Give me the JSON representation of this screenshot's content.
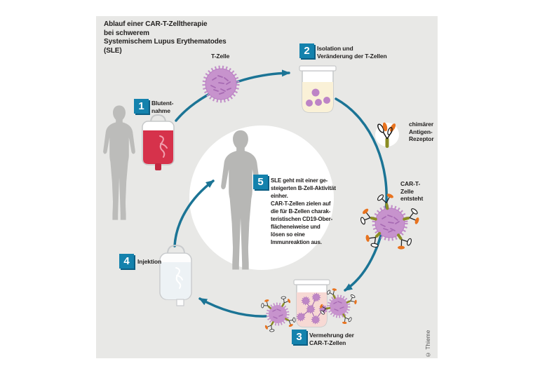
{
  "title": "Ablauf einer CAR-T-Zelltherapie\nbei schwerem\nSystemischem Lupus Erythematodes\n(SLE)",
  "labels": {
    "t_cell": "T-Zelle",
    "receptor": "chimärer\nAntigen-\nRezeptor",
    "car_t_forms": "CAR-T-\nZelle\nentsteht"
  },
  "steps": {
    "step1": {
      "num": "1",
      "label": "Blutent-\nnahme"
    },
    "step2": {
      "num": "2",
      "label": "Isolation und\nVeränderung der T-Zellen"
    },
    "step3": {
      "num": "3",
      "label": "Vermehrung der\nCAR-T-Zellen"
    },
    "step4": {
      "num": "4",
      "label": "Injektion"
    },
    "step5": {
      "num": "5",
      "label": "SLE geht mit einer ge-\nsteigerten B-Zell-Aktivität\neinher.\nCAR-T-Zellen zielen auf\ndie für B-Zellen charak-\nteristischen CD19-Ober-\nflächeneiweise und\nlösen so eine\nImmunreaktion aus."
    }
  },
  "copyright": "© Thieme",
  "colors": {
    "panel_gray": "#e8e8e6",
    "badge_teal": "#1482ad",
    "arrow_teal": "#1b7495",
    "cell_purple": "#c793cd",
    "blood_red": "#d6324b",
    "receptor_orange": "#e8731f",
    "receptor_olive": "#8b8d24",
    "silhouette_gray": "#bcbcba"
  }
}
